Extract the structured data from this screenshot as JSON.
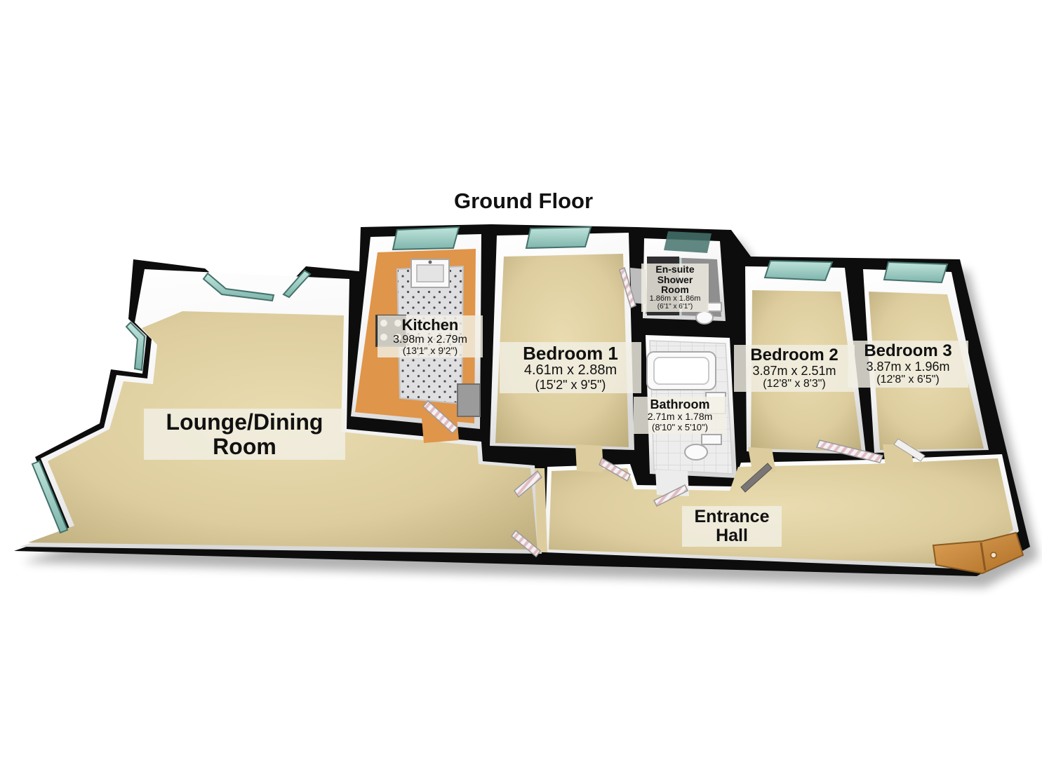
{
  "title": "Ground Floor",
  "rooms": {
    "lounge": {
      "line1": "Lounge/Dining",
      "line2": "Room"
    },
    "kitchen": {
      "name": "Kitchen",
      "metric": "3.98m x 2.79m",
      "imperial": "(13'1\" x 9'2\")"
    },
    "bedroom1": {
      "name": "Bedroom 1",
      "metric": "4.61m x 2.88m",
      "imperial": "(15'2\" x 9'5\")"
    },
    "ensuite": {
      "line1": "En-suite",
      "line2": "Shower",
      "line3": "Room",
      "metric": "1.86m x 1.86m",
      "imperial": "(6'1\" x 6'1\")"
    },
    "bathroom": {
      "name": "Bathroom",
      "metric": "2.71m x 1.78m",
      "imperial": "(8'10\" x 5'10\")"
    },
    "bedroom2": {
      "name": "Bedroom 2",
      "metric": "3.87m x 2.51m",
      "imperial": "(12'8\" x 8'3\")"
    },
    "bedroom3": {
      "name": "Bedroom 3",
      "metric": "3.87m x 1.96m",
      "imperial": "(12'8\" x 6'5\")"
    },
    "hall": {
      "line1": "Entrance",
      "line2": "Hall"
    }
  },
  "colors": {
    "wall": "#0d0d0d",
    "carpet": "#ddcd9e",
    "carpet_dark": "#bfae7e",
    "kitchen_floor": "#df954a",
    "tile": "#ececec",
    "ensuite_floor": "#8f8f8f",
    "glass": "#9fd2c9",
    "glass_dark": "#44726b",
    "label_bg": "#f2efe4",
    "label_bg_rgba": "rgba(242,239,228,0.82)",
    "door_hatch": "#d9aab4",
    "wood": "#c6853b"
  }
}
